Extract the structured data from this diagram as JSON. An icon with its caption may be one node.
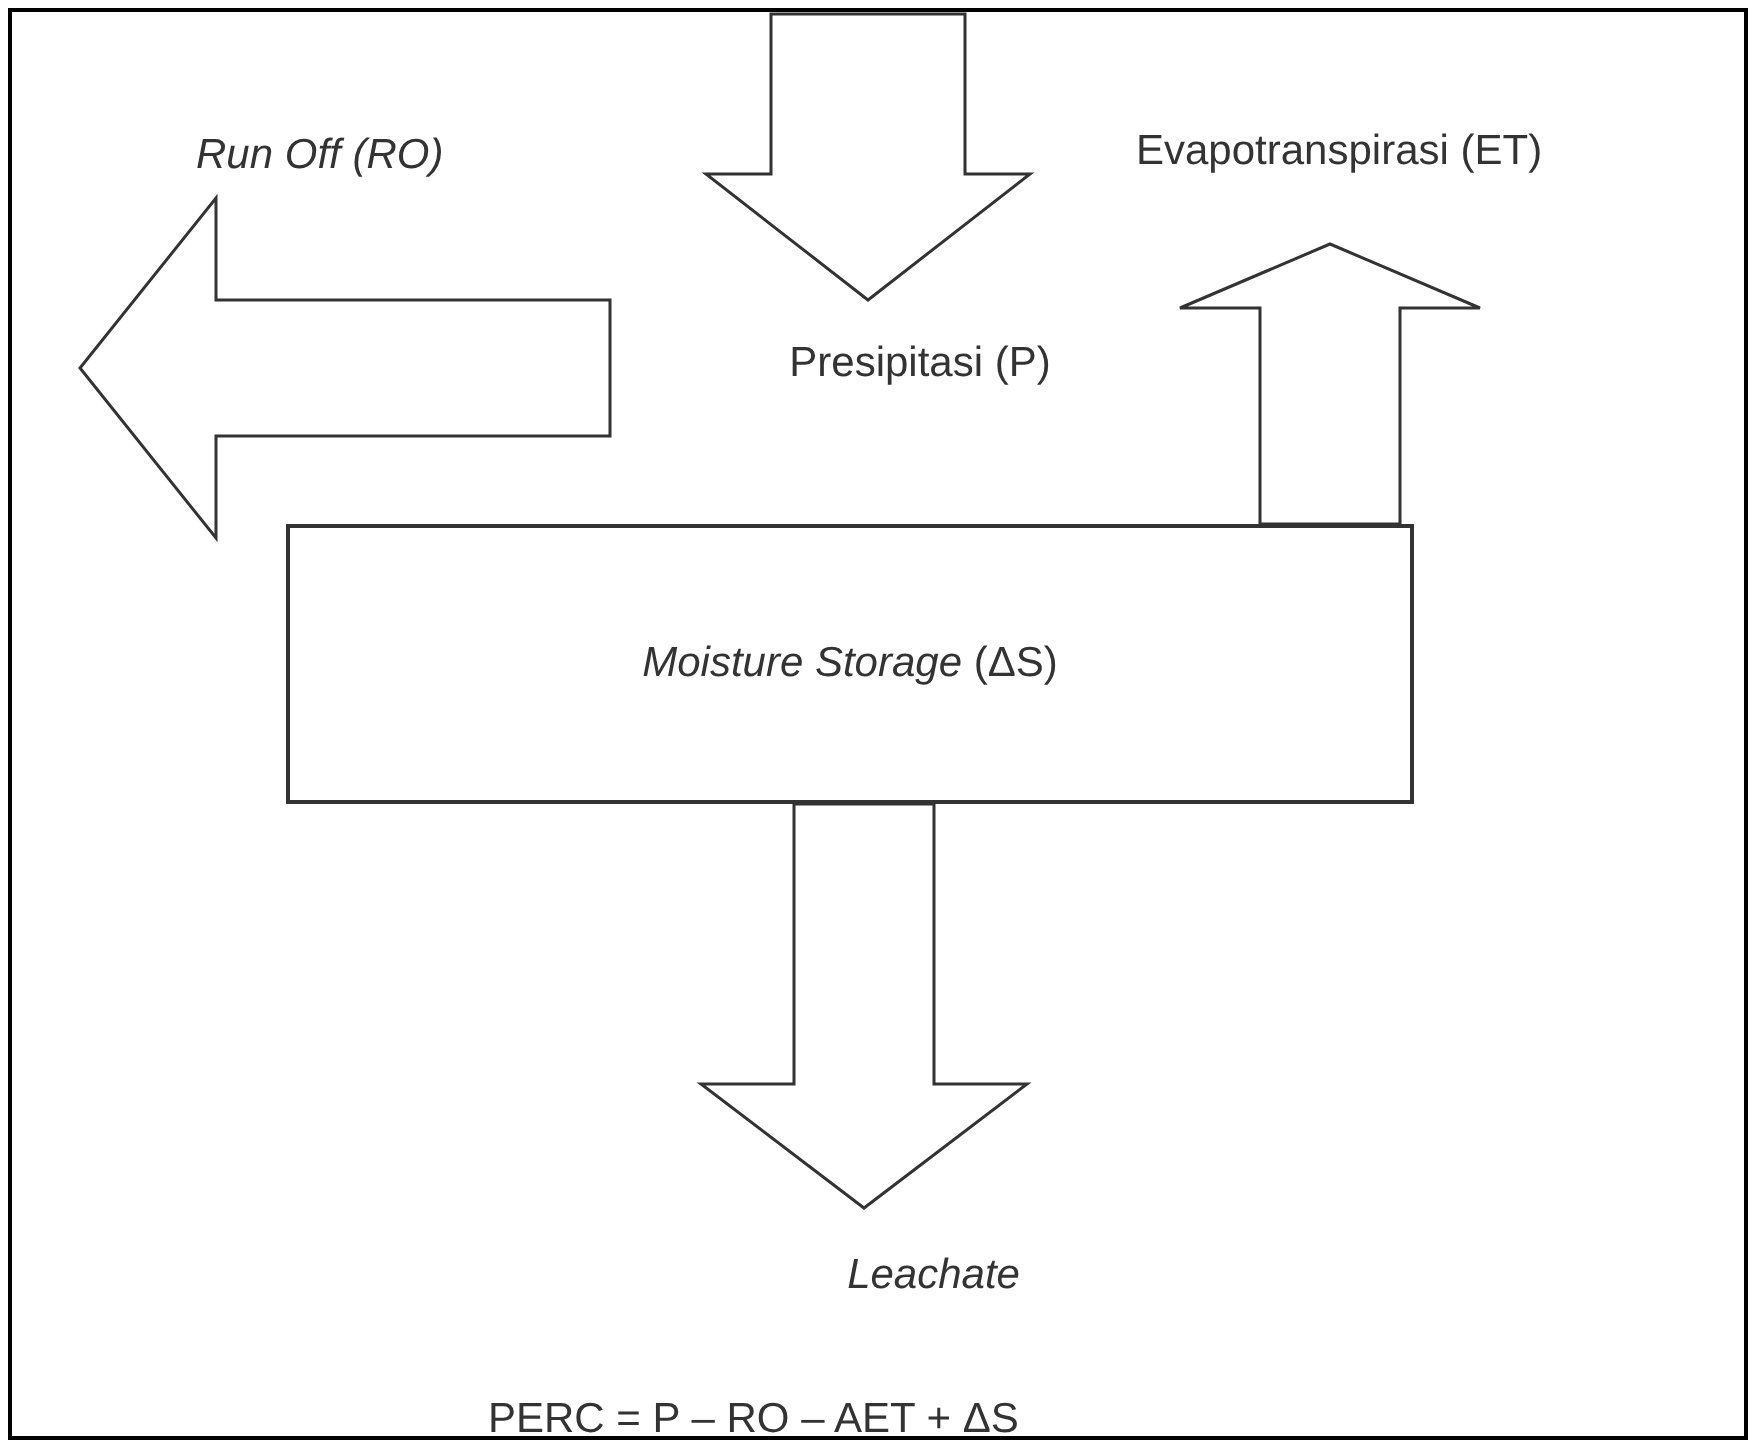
{
  "diagram": {
    "nodes": [
      {
        "text": [
          "Presipitasi (P)"
        ]
      },
      {
        "text": [
          "Evapotranspirasi (ET)"
        ]
      },
      {
        "text": [
          "*Moisture Storage* (ΔS)"
        ]
      },
      {
        "text": [
          "Leachate"
        ]
      }
    ],
    "edges": [
      {
        "from": null,
        "to": 0,
        "arrow": "to"
      },
      {
        "from": 2,
        "to": 1,
        "arrow": "to"
      },
      {
        "from": 2,
        "to": 3,
        "arrow": "to"
      }
    ],
    "labels": [
      "Run Off (RO)",
      "PERC = P – RO – AET + ΔS"
    ]
  }
}
